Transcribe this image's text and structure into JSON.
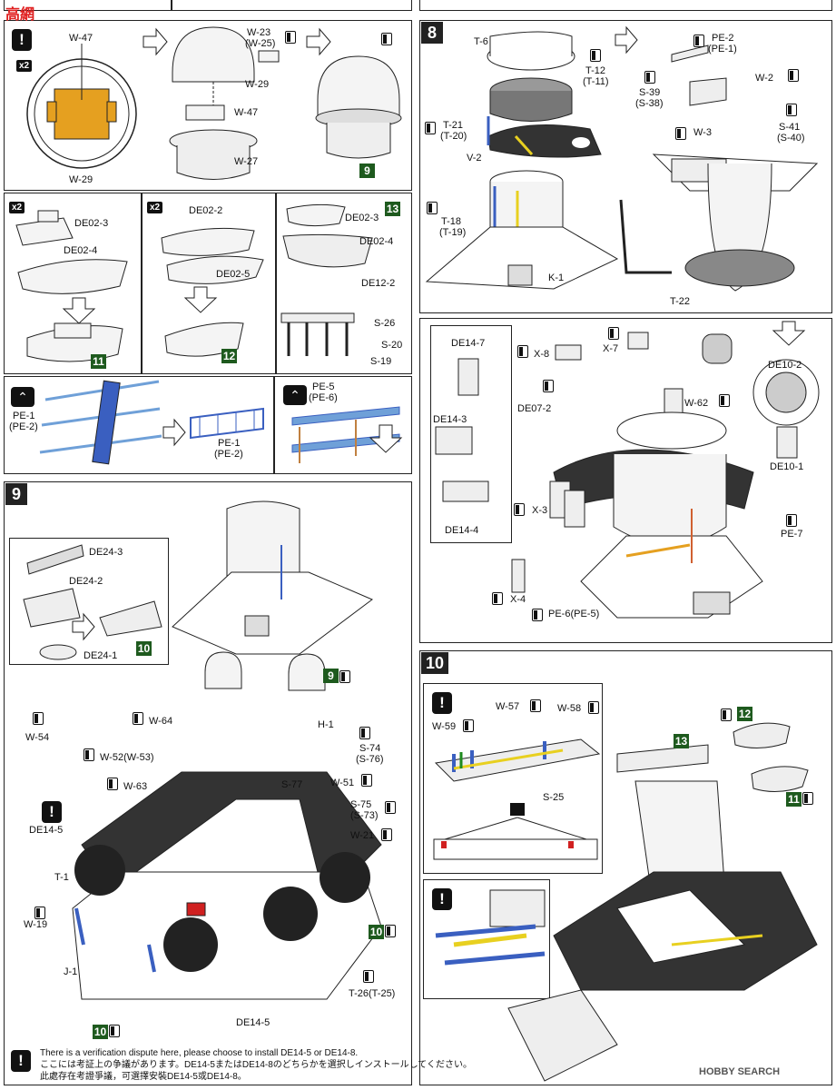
{
  "watermark": {
    "text": "高網",
    "bottom": "HOBBY SEARCH"
  },
  "step7": {
    "badge_x2": "x2",
    "labels": {
      "w47a": "W-47",
      "w29a": "W-29",
      "w23": "W-23",
      "w25": "(W-25)",
      "w29b": "W-29",
      "w47b": "W-47",
      "w27": "W-27"
    },
    "green9": "9",
    "boat_x2a": "x2",
    "boat_x2b": "x2",
    "boat_labels": {
      "de02_3a": "DE02-3",
      "de02_4a": "DE02-4",
      "green11": "11",
      "de02_2": "DE02-2",
      "de02_5": "DE02-5",
      "green12": "12",
      "de02_3b": "DE02-3",
      "green13": "13",
      "de02_4b": "DE02-4",
      "de12_2": "DE12-2",
      "s26": "S-26",
      "s20": "S-20",
      "s19": "S-19"
    },
    "pe_labels": {
      "pe1": "PE-1",
      "pe2": "(PE-2)",
      "pe1b": "PE-1",
      "pe2b": "(PE-2)",
      "pe5": "PE-5",
      "pe6": "(PE-6)"
    }
  },
  "step8": {
    "number": "8",
    "labels": {
      "t6": "T-6",
      "t12": "T-12",
      "t11": "(T-11)",
      "t21": "T-21",
      "t20": "(T-20)",
      "v2": "V-2",
      "t18": "T-18",
      "t19": "(T-19)",
      "k1": "K-1",
      "pe2": "PE-2",
      "pe1": "(PE-1)",
      "s39": "S-39",
      "s38": "(S-38)",
      "w2": "W-2",
      "w3": "W-3",
      "s41": "S-41",
      "s40": "(S-40)",
      "t22": "T-22",
      "de14_7": "DE14-7",
      "x8": "X-8",
      "x7": "X-7",
      "de10_2": "DE10-2",
      "de07_2": "DE07-2",
      "w62": "W-62",
      "de14_3": "DE14-3",
      "de10_1": "DE10-1",
      "x3": "X-3",
      "pe7": "PE-7",
      "de14_4": "DE14-4",
      "x4": "X-4",
      "pe6": "PE-6(PE-5)"
    }
  },
  "step9": {
    "number": "9",
    "labels": {
      "de24_3": "DE24-3",
      "de24_2": "DE24-2",
      "de24_1": "DE24-1",
      "green10a": "10",
      "green9": "9",
      "w54": "W-54",
      "w64": "W-64",
      "h1": "H-1",
      "s74": "S-74",
      "s76": "(S-76)",
      "w52": "W-52(W-53)",
      "w63": "W-63",
      "s77": "S-77",
      "w51": "W-51",
      "s75": "S-75",
      "s73": "(S-73)",
      "de14_5a": "DE14-5",
      "w21": "W-21",
      "t1": "T-1",
      "w19": "W-19",
      "green10b": "10",
      "j1": "J-1",
      "t26": "T-26(T-25)",
      "de14_5b": "DE14-5",
      "green10c": "10"
    }
  },
  "step10": {
    "number": "10",
    "labels": {
      "w57": "W-57",
      "w58": "W-58",
      "w59": "W-59",
      "s25": "S-25",
      "green12": "12",
      "green13": "13",
      "green11": "11"
    }
  },
  "footer": {
    "line1": "There is a verification dispute here, please choose to install DE14-5 or DE14-8.",
    "line2": "ここには考証上の争議があります。DE14-5またはDE14-8のどちらかを選択しインストールしてください。",
    "line3": "此處存在考證爭議，可選擇安裝DE14-5或DE14-8。"
  },
  "colors": {
    "orange": "#e5a020",
    "blue": "#3a5fc0",
    "yellow": "#e8d020",
    "green": "#1e5a1e",
    "red": "#d02020"
  }
}
